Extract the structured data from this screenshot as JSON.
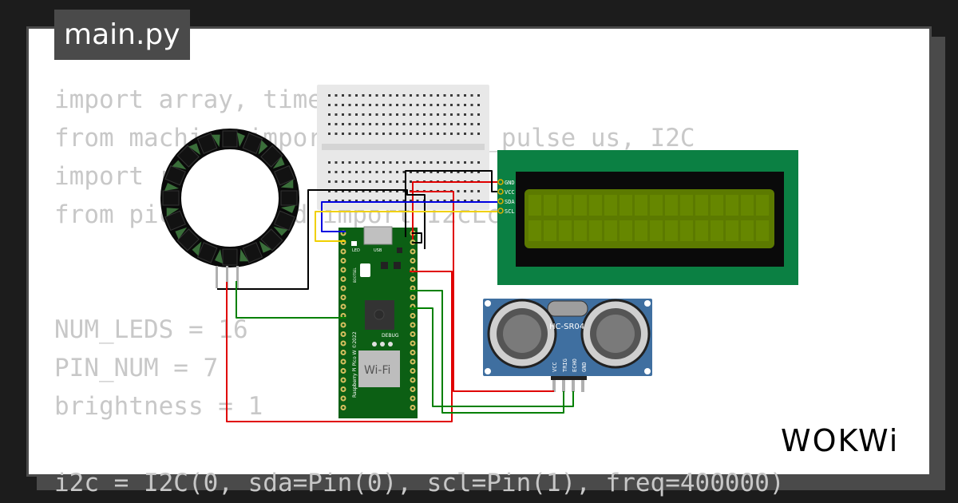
{
  "file_tab": {
    "label": "main.py"
  },
  "code_lines": [
    "import array, time",
    "from machine import Pin, time_pulse_us, I2C",
    "import rp2",
    "from pico_i2c_lcd import I2cLcd",
    "",
    "",
    "NUM_LEDS = 16",
    "PIN_NUM = 7",
    "brightness = 1",
    "",
    "i2c = I2C(0, sda=Pin(0), scl=Pin(1), freq=400000)"
  ],
  "lcd": {
    "pins": [
      "GND",
      "VCC",
      "SDA",
      "SCL"
    ],
    "color": "#0b8043"
  },
  "sensor": {
    "label": "HC-SR04",
    "pins": [
      "VCC",
      "TRIG",
      "ECHO",
      "GND"
    ],
    "color": "#3f6fa0"
  },
  "pico": {
    "led_label": "LED",
    "usb_label": "USB",
    "debug_label": "DEBUG",
    "wifi_label": "Wi-Fi",
    "bootsel_label": "BOOTSEL",
    "model_label": "Raspberry Pi Pico W ©2022",
    "color": "#0c5f14"
  },
  "brand": {
    "label": "WOKWi"
  },
  "colors": {
    "wire_red": "#e00000",
    "wire_black": "#000000",
    "wire_blue": "#0000e0",
    "wire_yellow": "#f0d000",
    "wire_green": "#008000"
  }
}
